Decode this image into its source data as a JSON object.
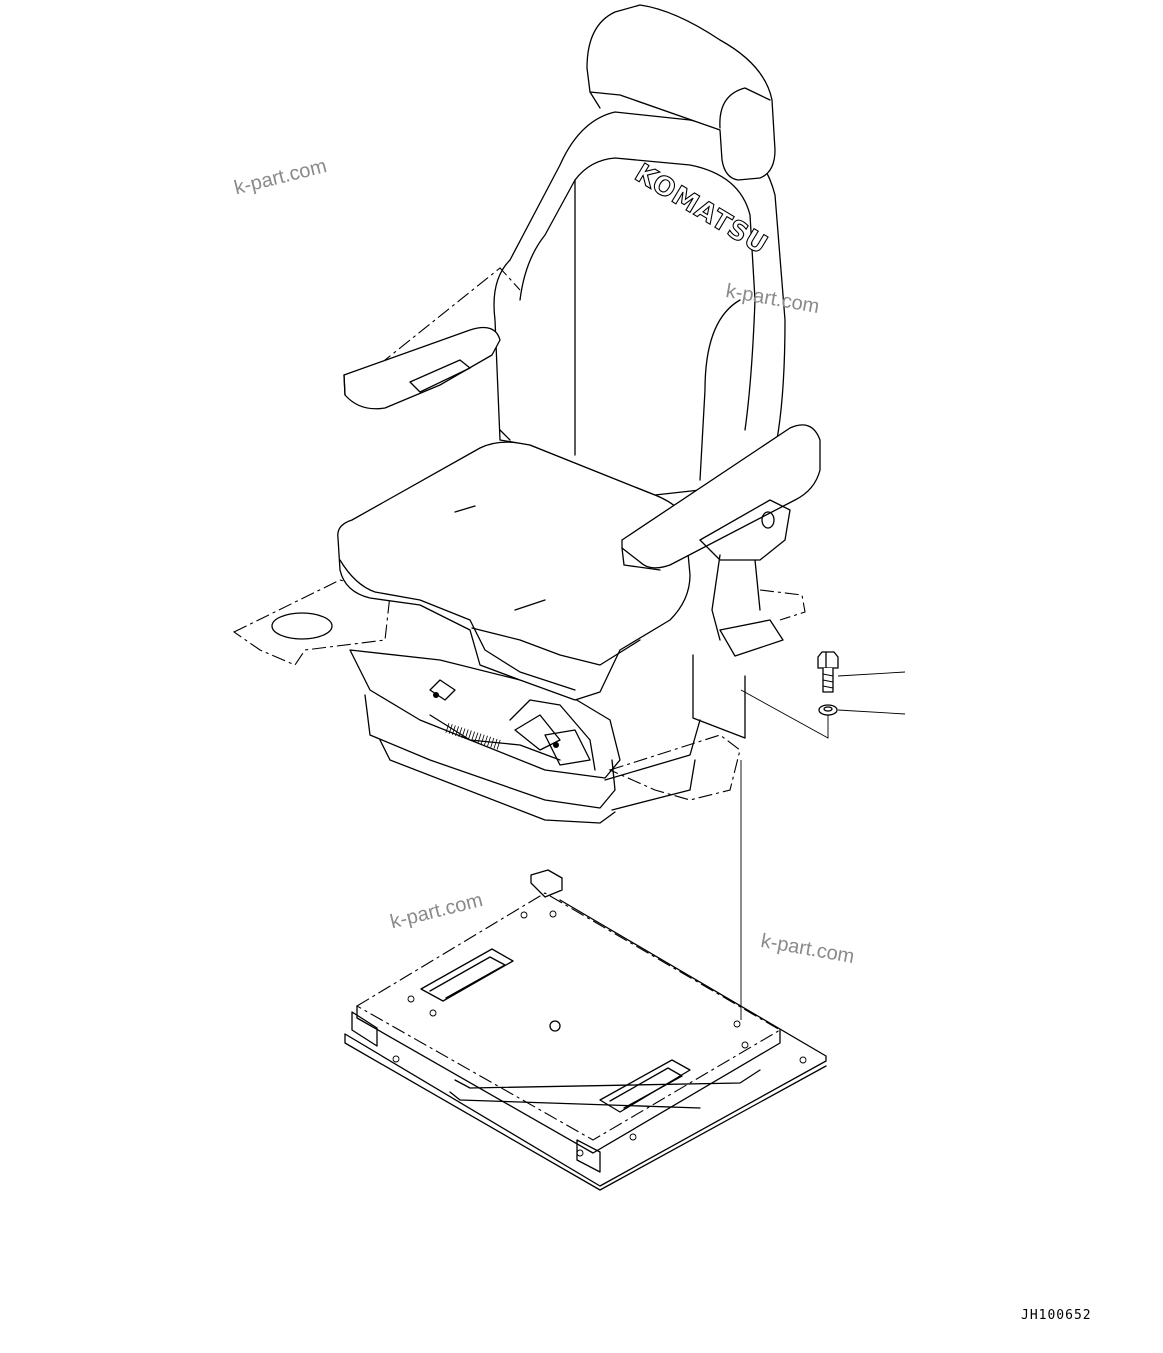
{
  "drawing": {
    "reference_code": "JH100652",
    "logo": {
      "brand": "KOMATSU"
    },
    "watermarks": [
      "k-part.com",
      "k-part.com",
      "k-part.com",
      "k-part.com"
    ]
  }
}
